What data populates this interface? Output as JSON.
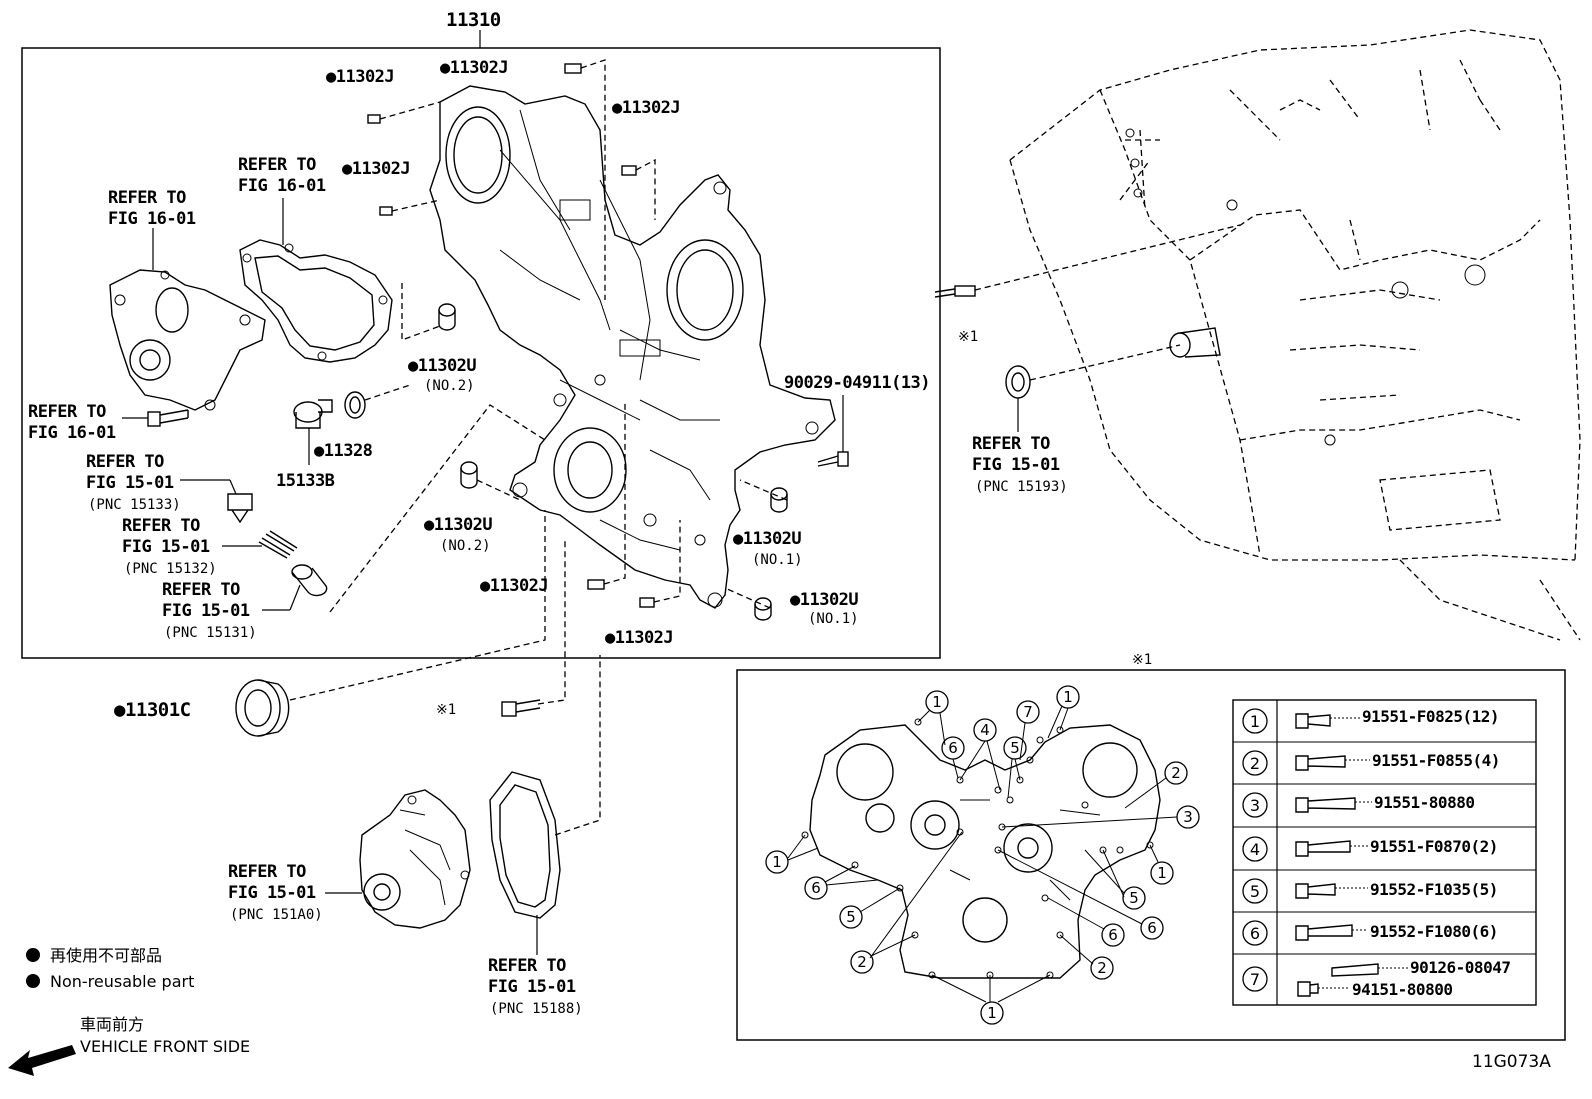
{
  "diagram": {
    "assembly_number": "11310",
    "figure_code": "11G073A",
    "parts": {
      "p11302J": "●11302J",
      "p11302U": "●11302U",
      "p11328": "●11328",
      "p15133B": "15133B",
      "p11301C": "●11301C",
      "p90029": "90029-04911(13)",
      "no1": "(NO.1)",
      "no2": "(NO.2)",
      "ref1": "※1"
    },
    "refer_labels": {
      "refer_to": "REFER TO",
      "fig_16_01": "FIG 16-01",
      "fig_15_01": "FIG 15-01",
      "pnc_15133": "(PNC 15133)",
      "pnc_15132": "(PNC 15132)",
      "pnc_15131": "(PNC 15131)",
      "pnc_15193": "(PNC 15193)",
      "pnc_151a0": "(PNC 151A0)",
      "pnc_15188": "(PNC 15188)"
    },
    "legend": {
      "non_reusable_jp": "再使用不可部品",
      "non_reusable_en": "Non-reusable part",
      "front_jp": "車両前方",
      "front_en": "VEHICLE FRONT SIDE"
    },
    "bolt_callouts": [
      "1",
      "2",
      "3",
      "4",
      "5",
      "6",
      "7"
    ],
    "bolt_table": [
      {
        "num": "1",
        "parts": [
          "91551-F0825(12)"
        ]
      },
      {
        "num": "2",
        "parts": [
          "91551-F0855(4)"
        ]
      },
      {
        "num": "3",
        "parts": [
          "91551-80880"
        ]
      },
      {
        "num": "4",
        "parts": [
          "91551-F0870(2)"
        ]
      },
      {
        "num": "5",
        "parts": [
          "91552-F1035(5)"
        ]
      },
      {
        "num": "6",
        "parts": [
          "91552-F1080(6)"
        ]
      },
      {
        "num": "7",
        "parts": [
          "90126-08047",
          "94151-80800"
        ]
      }
    ]
  }
}
